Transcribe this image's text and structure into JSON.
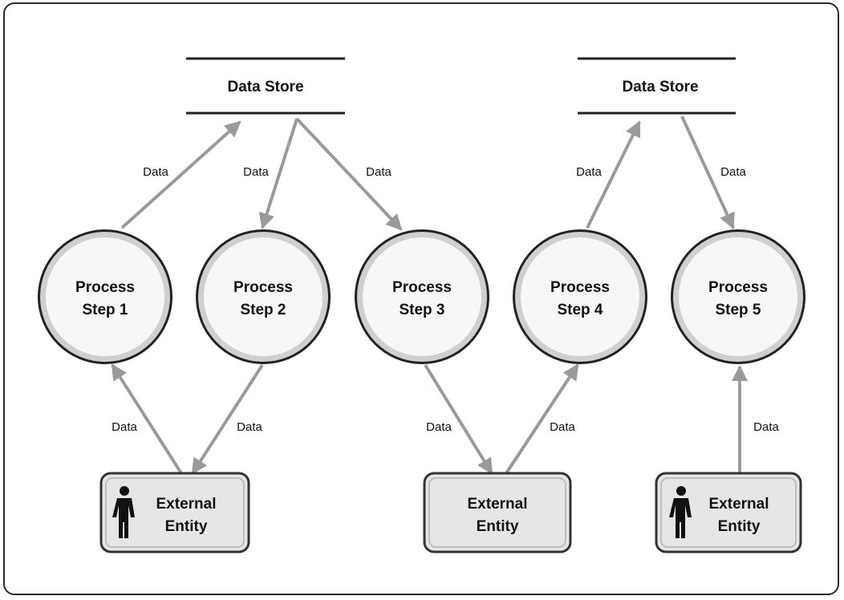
{
  "colors": {
    "arrow": "#9a9a9a",
    "process_fill": "#f7f7f7",
    "process_ring": "#cfcfcf",
    "process_border": "#222222",
    "entity_fill": "#e6e6e6",
    "entity_border": "#333333",
    "store_line": "#222222"
  },
  "data_stores": [
    {
      "label": "Data Store"
    },
    {
      "label": "Data Store"
    }
  ],
  "processes": [
    {
      "line1": "Process",
      "line2": "Step 1"
    },
    {
      "line1": "Process",
      "line2": "Step 2"
    },
    {
      "line1": "Process",
      "line2": "Step 3"
    },
    {
      "line1": "Process",
      "line2": "Step 4"
    },
    {
      "line1": "Process",
      "line2": "Step 5"
    }
  ],
  "entities": [
    {
      "line1": "External",
      "line2": "Entity",
      "icon": "person-icon"
    },
    {
      "line1": "External",
      "line2": "Entity",
      "icon": ""
    },
    {
      "line1": "External",
      "line2": "Entity",
      "icon": "person-icon"
    }
  ],
  "flows": [
    {
      "label": "Data"
    },
    {
      "label": "Data"
    },
    {
      "label": "Data"
    },
    {
      "label": "Data"
    },
    {
      "label": "Data"
    },
    {
      "label": "Data"
    },
    {
      "label": "Data"
    },
    {
      "label": "Data"
    },
    {
      "label": "Data"
    },
    {
      "label": "Data"
    }
  ]
}
